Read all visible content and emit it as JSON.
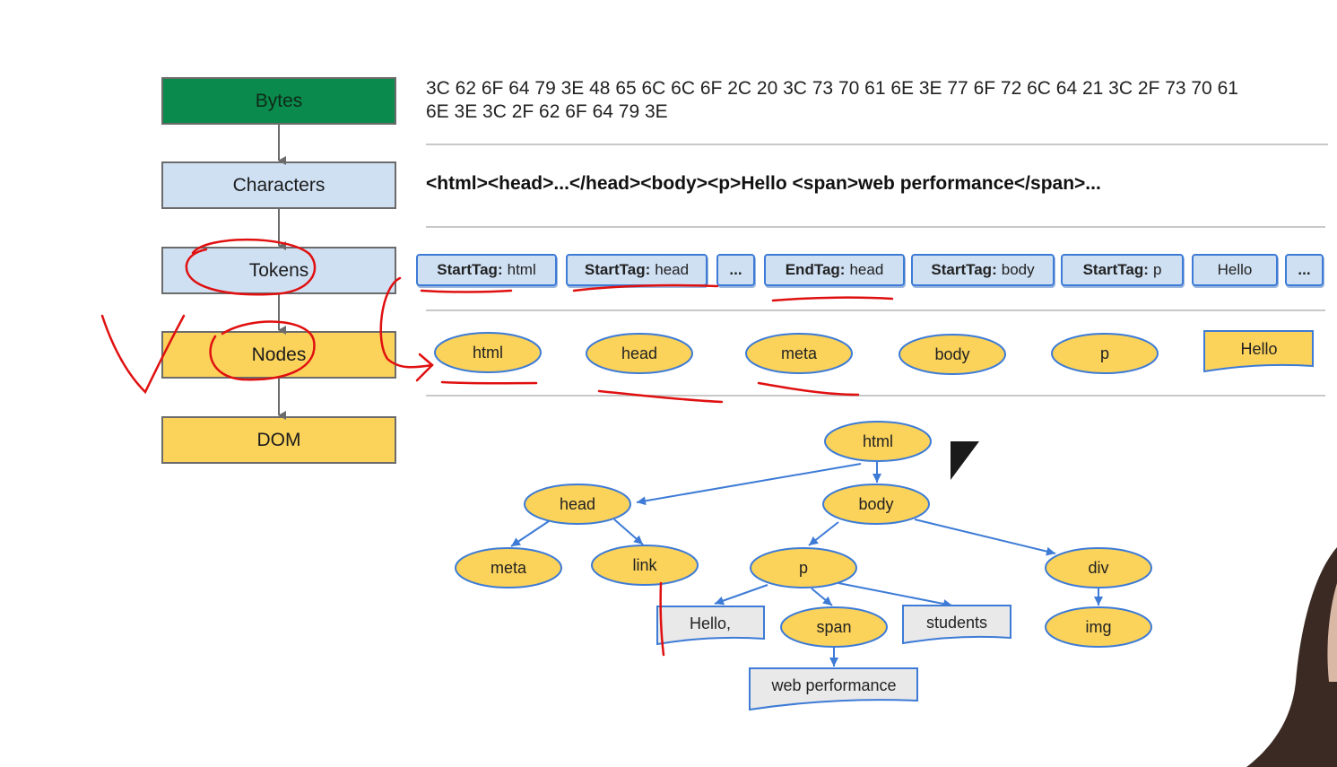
{
  "colors": {
    "green": "#0a8a4c",
    "blue": "#cfe0f3",
    "yellow": "#fbd25a",
    "edge": "#3d7bd6",
    "ink": "#e01010"
  },
  "stages": [
    "Bytes",
    "Characters",
    "Tokens",
    "Nodes",
    "DOM"
  ],
  "bytes": {
    "line1": "3C 62 6F 64 79 3E 48 65 6C 6C 6F 2C 20 3C 73 70 61 6E 3E 77 6F 72 6C 64 21 3C 2F 73 70 61",
    "line2": "6E 3E 3C 2F 62 6F 64 79 3E"
  },
  "characters": "<html><head>...</head><body><p>Hello <span>web performance</span>...",
  "tokens": [
    {
      "kind": "StartTag:",
      "value": "html"
    },
    {
      "kind": "StartTag:",
      "value": "head"
    },
    {
      "kind": "",
      "value": "..."
    },
    {
      "kind": "EndTag:",
      "value": "head"
    },
    {
      "kind": "StartTag:",
      "value": "body"
    },
    {
      "kind": "StartTag:",
      "value": "p"
    },
    {
      "kind": "",
      "value": "Hello"
    },
    {
      "kind": "",
      "value": "..."
    }
  ],
  "nodes": [
    {
      "label": "html",
      "shape": "ellipse"
    },
    {
      "label": "head",
      "shape": "ellipse"
    },
    {
      "label": "meta",
      "shape": "ellipse"
    },
    {
      "label": "body",
      "shape": "ellipse"
    },
    {
      "label": "p",
      "shape": "ellipse"
    },
    {
      "label": "Hello",
      "shape": "text"
    }
  ],
  "dom_tree": {
    "nodes": [
      {
        "id": "html",
        "label": "html",
        "shape": "ellipse"
      },
      {
        "id": "head",
        "label": "head",
        "shape": "ellipse"
      },
      {
        "id": "body",
        "label": "body",
        "shape": "ellipse"
      },
      {
        "id": "meta",
        "label": "meta",
        "shape": "ellipse"
      },
      {
        "id": "link",
        "label": "link",
        "shape": "ellipse"
      },
      {
        "id": "p",
        "label": "p",
        "shape": "ellipse"
      },
      {
        "id": "div",
        "label": "div",
        "shape": "ellipse"
      },
      {
        "id": "hello",
        "label": "Hello,",
        "shape": "text"
      },
      {
        "id": "span",
        "label": "span",
        "shape": "ellipse"
      },
      {
        "id": "students",
        "label": "students",
        "shape": "text"
      },
      {
        "id": "img",
        "label": "img",
        "shape": "ellipse"
      },
      {
        "id": "webperf",
        "label": "web performance",
        "shape": "text"
      }
    ],
    "edges": [
      [
        "html",
        "head"
      ],
      [
        "html",
        "body"
      ],
      [
        "head",
        "meta"
      ],
      [
        "head",
        "link"
      ],
      [
        "body",
        "p"
      ],
      [
        "body",
        "div"
      ],
      [
        "p",
        "hello"
      ],
      [
        "p",
        "span"
      ],
      [
        "p",
        "students"
      ],
      [
        "div",
        "img"
      ],
      [
        "span",
        "webperf"
      ]
    ]
  }
}
